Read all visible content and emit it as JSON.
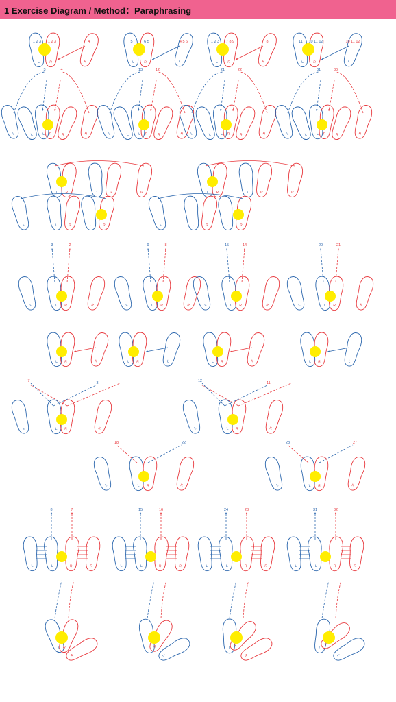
{
  "header": {
    "title": "1 Exercise Diagram / Method：Paraphrasing",
    "background": "#f0628f"
  },
  "colors": {
    "left_foot": "#2b66ad",
    "right_foot": "#e8383d",
    "center_mark": "#ffed00"
  },
  "foot_letters": {
    "left": "L",
    "right": "R"
  },
  "figures": [
    {
      "id": "row1-a",
      "labels": [
        {
          "t": "1 2 3",
          "c": "L"
        },
        {
          "t": "1 2 3",
          "c": "R"
        },
        {
          "t": "4",
          "c": "R"
        }
      ]
    },
    {
      "id": "row1-b",
      "labels": [
        {
          "t": "5",
          "c": "L"
        },
        {
          "t": "6 5",
          "c": "L"
        },
        {
          "t": "4 5 6",
          "c": "R"
        }
      ]
    },
    {
      "id": "row1-c",
      "labels": [
        {
          "t": "1 2 3",
          "c": "L"
        },
        {
          "t": "7 8 9",
          "c": "R"
        },
        {
          "t": "8",
          "c": "R"
        }
      ]
    },
    {
      "id": "row1-d",
      "labels": [
        {
          "t": "11",
          "c": "L"
        },
        {
          "t": "10 11 12",
          "c": "L"
        },
        {
          "t": "10 11 12",
          "c": "R"
        }
      ]
    },
    {
      "id": "row2-a",
      "labels": [
        {
          "t": "3",
          "c": "L"
        },
        {
          "t": "4",
          "c": "R"
        }
      ]
    },
    {
      "id": "row2-b",
      "labels": [
        {
          "t": "13",
          "c": "L"
        },
        {
          "t": "12",
          "c": "R"
        }
      ]
    },
    {
      "id": "row2-c",
      "labels": [
        {
          "t": "21",
          "c": "L"
        },
        {
          "t": "22",
          "c": "R"
        }
      ]
    },
    {
      "id": "row2-d",
      "labels": [
        {
          "t": "31",
          "c": "L"
        },
        {
          "t": "30",
          "c": "R"
        }
      ]
    },
    {
      "id": "row4-a",
      "labels": [
        {
          "t": "3",
          "c": "L"
        },
        {
          "t": "2",
          "c": "R"
        }
      ]
    },
    {
      "id": "row4-b",
      "labels": [
        {
          "t": "9",
          "c": "L"
        },
        {
          "t": "8",
          "c": "R"
        }
      ]
    },
    {
      "id": "row4-c",
      "labels": [
        {
          "t": "15",
          "c": "L"
        },
        {
          "t": "14",
          "c": "R"
        }
      ]
    },
    {
      "id": "row4-d",
      "labels": [
        {
          "t": "20",
          "c": "L"
        },
        {
          "t": "21",
          "c": "R"
        }
      ]
    },
    {
      "id": "row6-a",
      "labels": [
        {
          "t": "7",
          "c": "R"
        },
        {
          "t": "3",
          "c": "L"
        }
      ]
    },
    {
      "id": "row6-b",
      "labels": [
        {
          "t": "12",
          "c": "L"
        },
        {
          "t": "11",
          "c": "R"
        }
      ]
    },
    {
      "id": "row7-a",
      "labels": [
        {
          "t": "18",
          "c": "R"
        },
        {
          "t": "22",
          "c": "L"
        }
      ]
    },
    {
      "id": "row7-b",
      "labels": [
        {
          "t": "28",
          "c": "L"
        },
        {
          "t": "27",
          "c": "R"
        }
      ]
    },
    {
      "id": "row8-a",
      "labels": [
        {
          "t": "8",
          "c": "L"
        },
        {
          "t": "7",
          "c": "R"
        }
      ]
    },
    {
      "id": "row8-b",
      "labels": [
        {
          "t": "15",
          "c": "L"
        },
        {
          "t": "16",
          "c": "R"
        }
      ]
    },
    {
      "id": "row8-c",
      "labels": [
        {
          "t": "24",
          "c": "L"
        },
        {
          "t": "23",
          "c": "R"
        }
      ]
    },
    {
      "id": "row8-d",
      "labels": [
        {
          "t": "31",
          "c": "L"
        },
        {
          "t": "32",
          "c": "R"
        }
      ]
    }
  ]
}
